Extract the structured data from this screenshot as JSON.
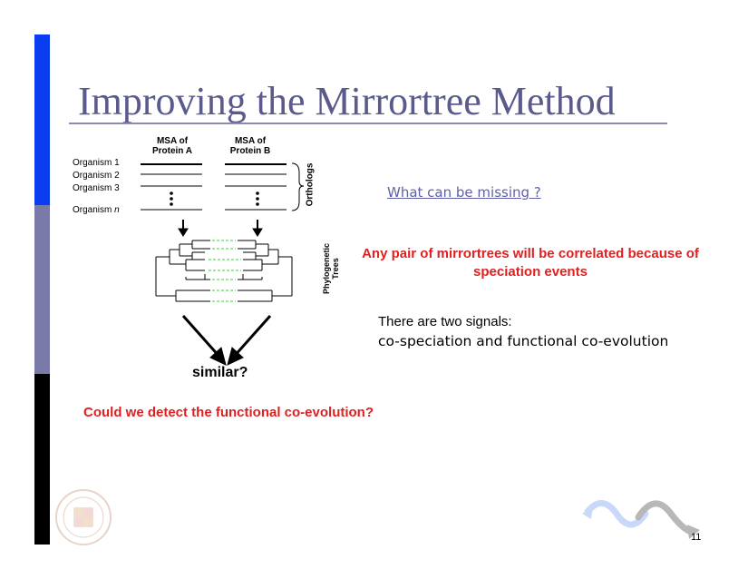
{
  "slide": {
    "title": "Improving the Mirrortree Method",
    "page_number": "11"
  },
  "diagram": {
    "msa_a_line1": "MSA of",
    "msa_a_line2": "Protein A",
    "msa_b_line1": "MSA of",
    "msa_b_line2": "Protein B",
    "organisms": [
      "Organism 1",
      "Organism 2",
      "Organism 3"
    ],
    "organism_n_prefix": "Organism ",
    "organism_n_suffix": "n",
    "orthologs_label": "Orthologs",
    "phylo_line1": "Phylogenetic",
    "phylo_line2": "Trees",
    "similar_label": "similar?"
  },
  "right": {
    "missing_link": "What can be missing ?",
    "red_statement": "Any pair of mirrortrees will be correlated because of speciation events",
    "signals_intro": "There are two signals:",
    "signals_body": "co-speciation and functional co-evolution"
  },
  "question": "Could we detect the functional co-evolution?",
  "colors": {
    "accent_red": "#e02020",
    "title_color": "#5a5a8c",
    "bar_blue": "#0a3cf0",
    "bar_gray": "#7a7aa8",
    "bar_black": "#000000",
    "dashed_green": "#3ad03a"
  },
  "icons": {
    "seal": "university-seal-icon",
    "wave": "wave-arrow-logo-icon"
  }
}
